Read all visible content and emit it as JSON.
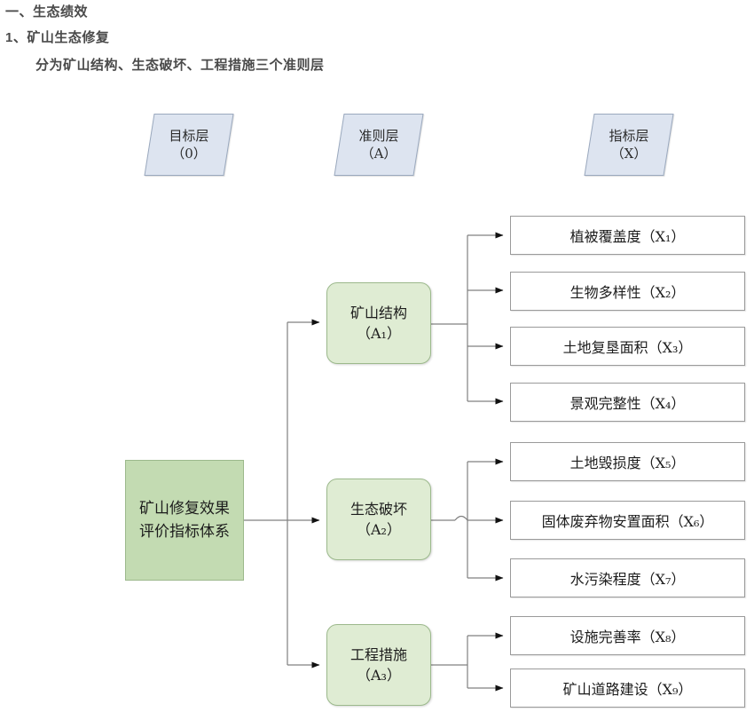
{
  "heading": {
    "line1": "一、生态绩效",
    "line2": "1、矿山生态修复",
    "line3": "分为矿山结构、生态破坏、工程措施三个准则层"
  },
  "layer_headers": [
    {
      "id": "head-0",
      "title": "目标层",
      "code": "（0）"
    },
    {
      "id": "head-a",
      "title": "准则层",
      "code": "（A）"
    },
    {
      "id": "head-x",
      "title": "指标层",
      "code": "（X）"
    }
  ],
  "goal": {
    "label": "矿山修复效果评价指标体系"
  },
  "criteria": [
    {
      "id": "A1",
      "label": "矿山结构",
      "code": "（A₁）"
    },
    {
      "id": "A2",
      "label": "生态破坏",
      "code": "（A₂）"
    },
    {
      "id": "A3",
      "label": "工程措施",
      "code": "（A₃）"
    }
  ],
  "indicators": [
    {
      "id": "X1",
      "parent": "A1",
      "label": "植被覆盖度（X₁）"
    },
    {
      "id": "X2",
      "parent": "A1",
      "label": "生物多样性（X₂）"
    },
    {
      "id": "X3",
      "parent": "A1",
      "label": "土地复垦面积（X₃）"
    },
    {
      "id": "X4",
      "parent": "A1",
      "label": "景观完整性（X₄）"
    },
    {
      "id": "X5",
      "parent": "A2",
      "label": "土地毁损度（X₅）"
    },
    {
      "id": "X6",
      "parent": "A2",
      "label": "固体废弃物安置面积（X₆）"
    },
    {
      "id": "X7",
      "parent": "A2",
      "label": "水污染程度（X₇）"
    },
    {
      "id": "X8",
      "parent": "A3",
      "label": "设施完善率（X₈）"
    },
    {
      "id": "X9",
      "parent": "A3",
      "label": "矿山道路建设（X₉）"
    }
  ],
  "colors": {
    "heading_text": "#4a4a4a",
    "layer_header_fill": "#dde4f0",
    "layer_header_stroke": "#9aa8bd",
    "goal_fill": "#c3dbb2",
    "criteria_fill": "#dfecd3",
    "criteria_stroke": "#9cb98c",
    "indicator_stroke": "#9a9a9a",
    "connector_stroke": "#808080",
    "page_background": "#ffffff"
  }
}
